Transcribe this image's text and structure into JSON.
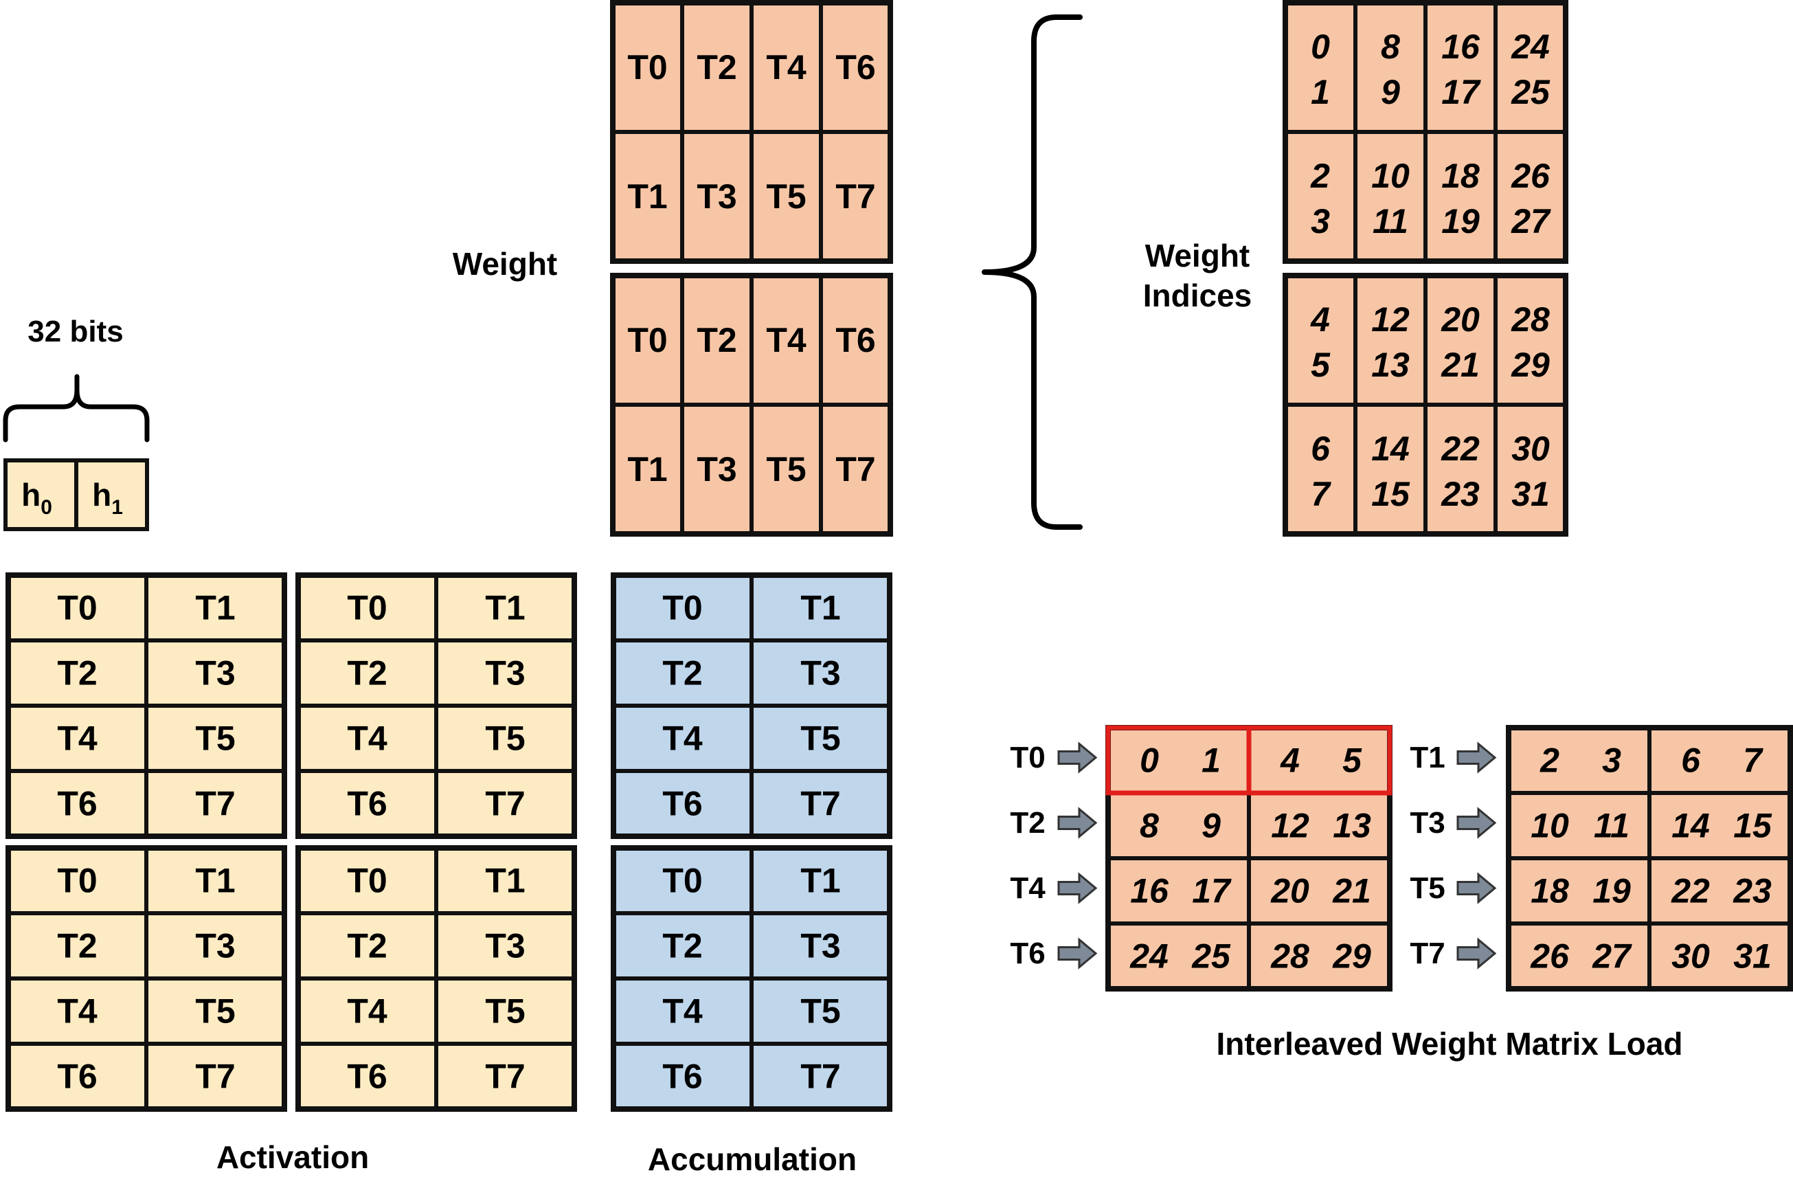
{
  "colors": {
    "weight_fill": "#F7C6A6",
    "activation_fill": "#FDEBC3",
    "accumulation_fill": "#BFD6EB",
    "border": "#111111",
    "highlight": "#E0201B",
    "arrow_fill": "#7E8A98"
  },
  "bits_label": "32 bits",
  "half_labels": [
    {
      "base": "h",
      "sub": "0"
    },
    {
      "base": "h",
      "sub": "1"
    }
  ],
  "weight_label": "Weight",
  "weight_block_rows": [
    [
      "T0",
      "T2",
      "T4",
      "T6"
    ],
    [
      "T1",
      "T3",
      "T5",
      "T7"
    ]
  ],
  "weight_indices_label": [
    "Weight",
    "Indices"
  ],
  "weight_indices_rows": [
    [
      [
        "0",
        "1"
      ],
      [
        "8",
        "9"
      ],
      [
        "16",
        "17"
      ],
      [
        "24",
        "25"
      ]
    ],
    [
      [
        "2",
        "3"
      ],
      [
        "10",
        "11"
      ],
      [
        "18",
        "19"
      ],
      [
        "26",
        "27"
      ]
    ],
    [
      [
        "4",
        "5"
      ],
      [
        "12",
        "13"
      ],
      [
        "20",
        "21"
      ],
      [
        "28",
        "29"
      ]
    ],
    [
      [
        "6",
        "7"
      ],
      [
        "14",
        "15"
      ],
      [
        "22",
        "23"
      ],
      [
        "30",
        "31"
      ]
    ]
  ],
  "activation_label": "Activation",
  "activation_rows": [
    [
      "T0",
      "T1"
    ],
    [
      "T2",
      "T3"
    ],
    [
      "T4",
      "T5"
    ],
    [
      "T6",
      "T7"
    ]
  ],
  "accumulation_label": "Accumulation",
  "accumulation_rows": [
    [
      "T0",
      "T1"
    ],
    [
      "T2",
      "T3"
    ],
    [
      "T4",
      "T5"
    ],
    [
      "T6",
      "T7"
    ]
  ],
  "interleaved_label": "Interleaved Weight Matrix Load",
  "interleaved_left": {
    "threads": [
      "T0",
      "T2",
      "T4",
      "T6"
    ],
    "rows": [
      [
        [
          "0",
          "1"
        ],
        [
          "4",
          "5"
        ]
      ],
      [
        [
          "8",
          "9"
        ],
        [
          "12",
          "13"
        ]
      ],
      [
        [
          "16",
          "17"
        ],
        [
          "20",
          "21"
        ]
      ],
      [
        [
          "24",
          "25"
        ],
        [
          "28",
          "29"
        ]
      ]
    ]
  },
  "interleaved_right": {
    "threads": [
      "T1",
      "T3",
      "T5",
      "T7"
    ],
    "rows": [
      [
        [
          "2",
          "3"
        ],
        [
          "6",
          "7"
        ]
      ],
      [
        [
          "10",
          "11"
        ],
        [
          "14",
          "15"
        ]
      ],
      [
        [
          "18",
          "19"
        ],
        [
          "22",
          "23"
        ]
      ],
      [
        [
          "26",
          "27"
        ],
        [
          "30",
          "31"
        ]
      ]
    ]
  }
}
